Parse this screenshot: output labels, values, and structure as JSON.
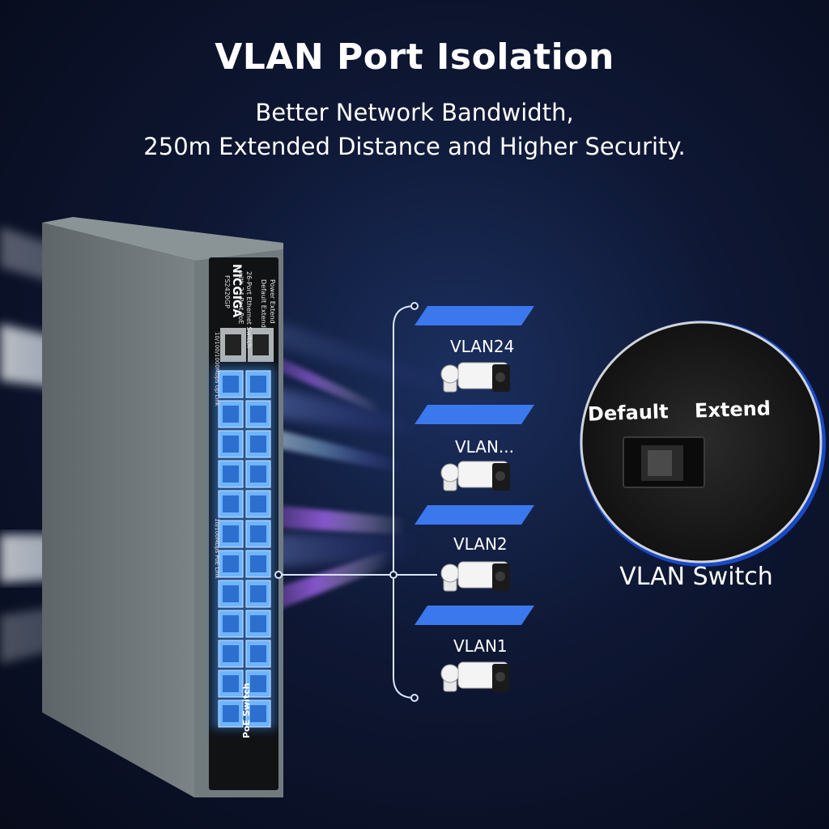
{
  "heading": {
    "title": "VLAN Port Isolation",
    "subtitle_line1": "Better Network Bandwidth,",
    "subtitle_line2": "250m Extended Distance and Higher Security."
  },
  "device": {
    "brand": "NICGIGA",
    "model": "FS2420GP",
    "description_line1": "26-Port Ethernet Switch",
    "description_line2": "with 24-Port PoE",
    "uplink_label": "10/100/1000Mbps Up Link",
    "poe_label": "10/100Mbps PoE Link",
    "poe_switch_label": "PoE Switch",
    "mode_label": "Default Extend",
    "power_label": "Power  Extend"
  },
  "vlans": [
    {
      "label": "VLAN24"
    },
    {
      "label": "VLAN..."
    },
    {
      "label": "VLAN2"
    },
    {
      "label": "VLAN1"
    }
  ],
  "zoom": {
    "default_label": "Default",
    "extend_label": "Extend",
    "caption": "VLAN Switch"
  },
  "colors": {
    "accent_blue": "#2f6fe0",
    "port_glow": "#5aa9ff",
    "device_body": "#6f777a"
  },
  "icons": [
    "camera-icon",
    "toggle-switch-icon"
  ]
}
